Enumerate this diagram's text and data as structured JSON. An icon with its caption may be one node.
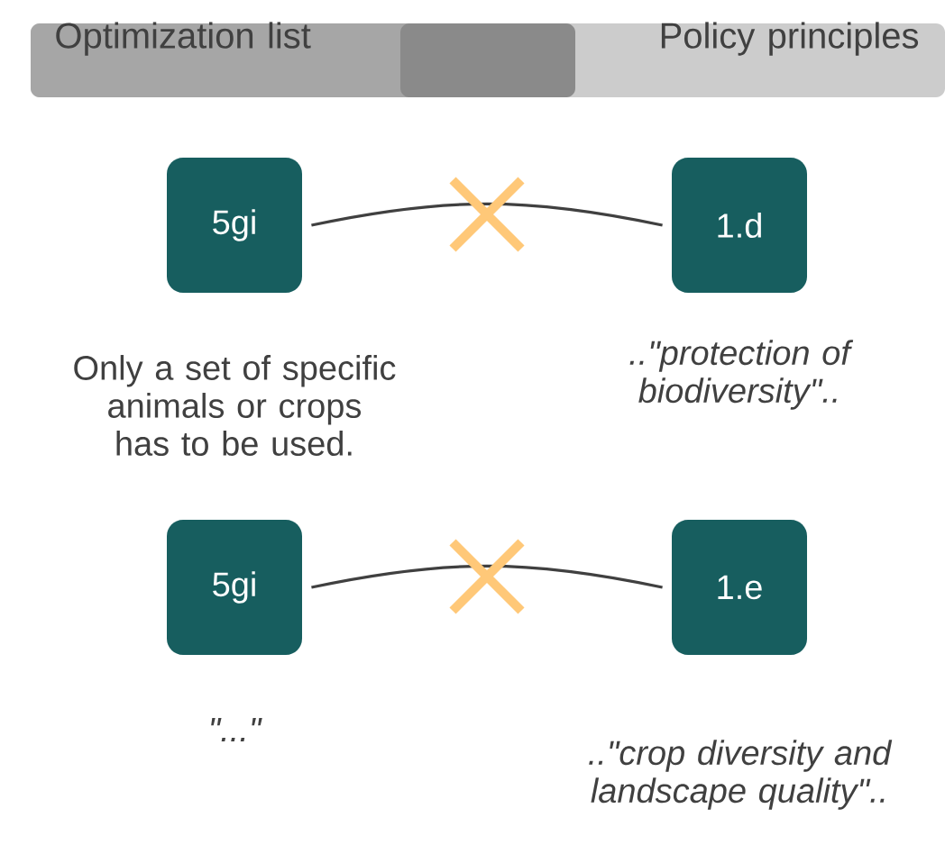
{
  "diagram": {
    "nodes": [
      {
        "text": [
          "5gi"
        ],
        "beside": [
          "Only a set of specific animals or crops has to be used."
        ]
      },
      {
        "text": [
          "1.d"
        ],
        "beside": [
          "..\"protection of biodiversity\".."
        ]
      },
      {
        "text": [
          "5gi"
        ],
        "beside": [
          "\"...\""
        ]
      },
      {
        "text": [
          "1.e"
        ],
        "beside": [
          "..\"crop diversity and landscape quality\".."
        ]
      }
    ],
    "edges": [
      {
        "from": 0,
        "to": 1,
        "arrow": "none"
      },
      {
        "from": 2,
        "to": 3,
        "arrow": "none"
      }
    ],
    "labels": [
      "Optimization list",
      "Policy principles"
    ]
  }
}
